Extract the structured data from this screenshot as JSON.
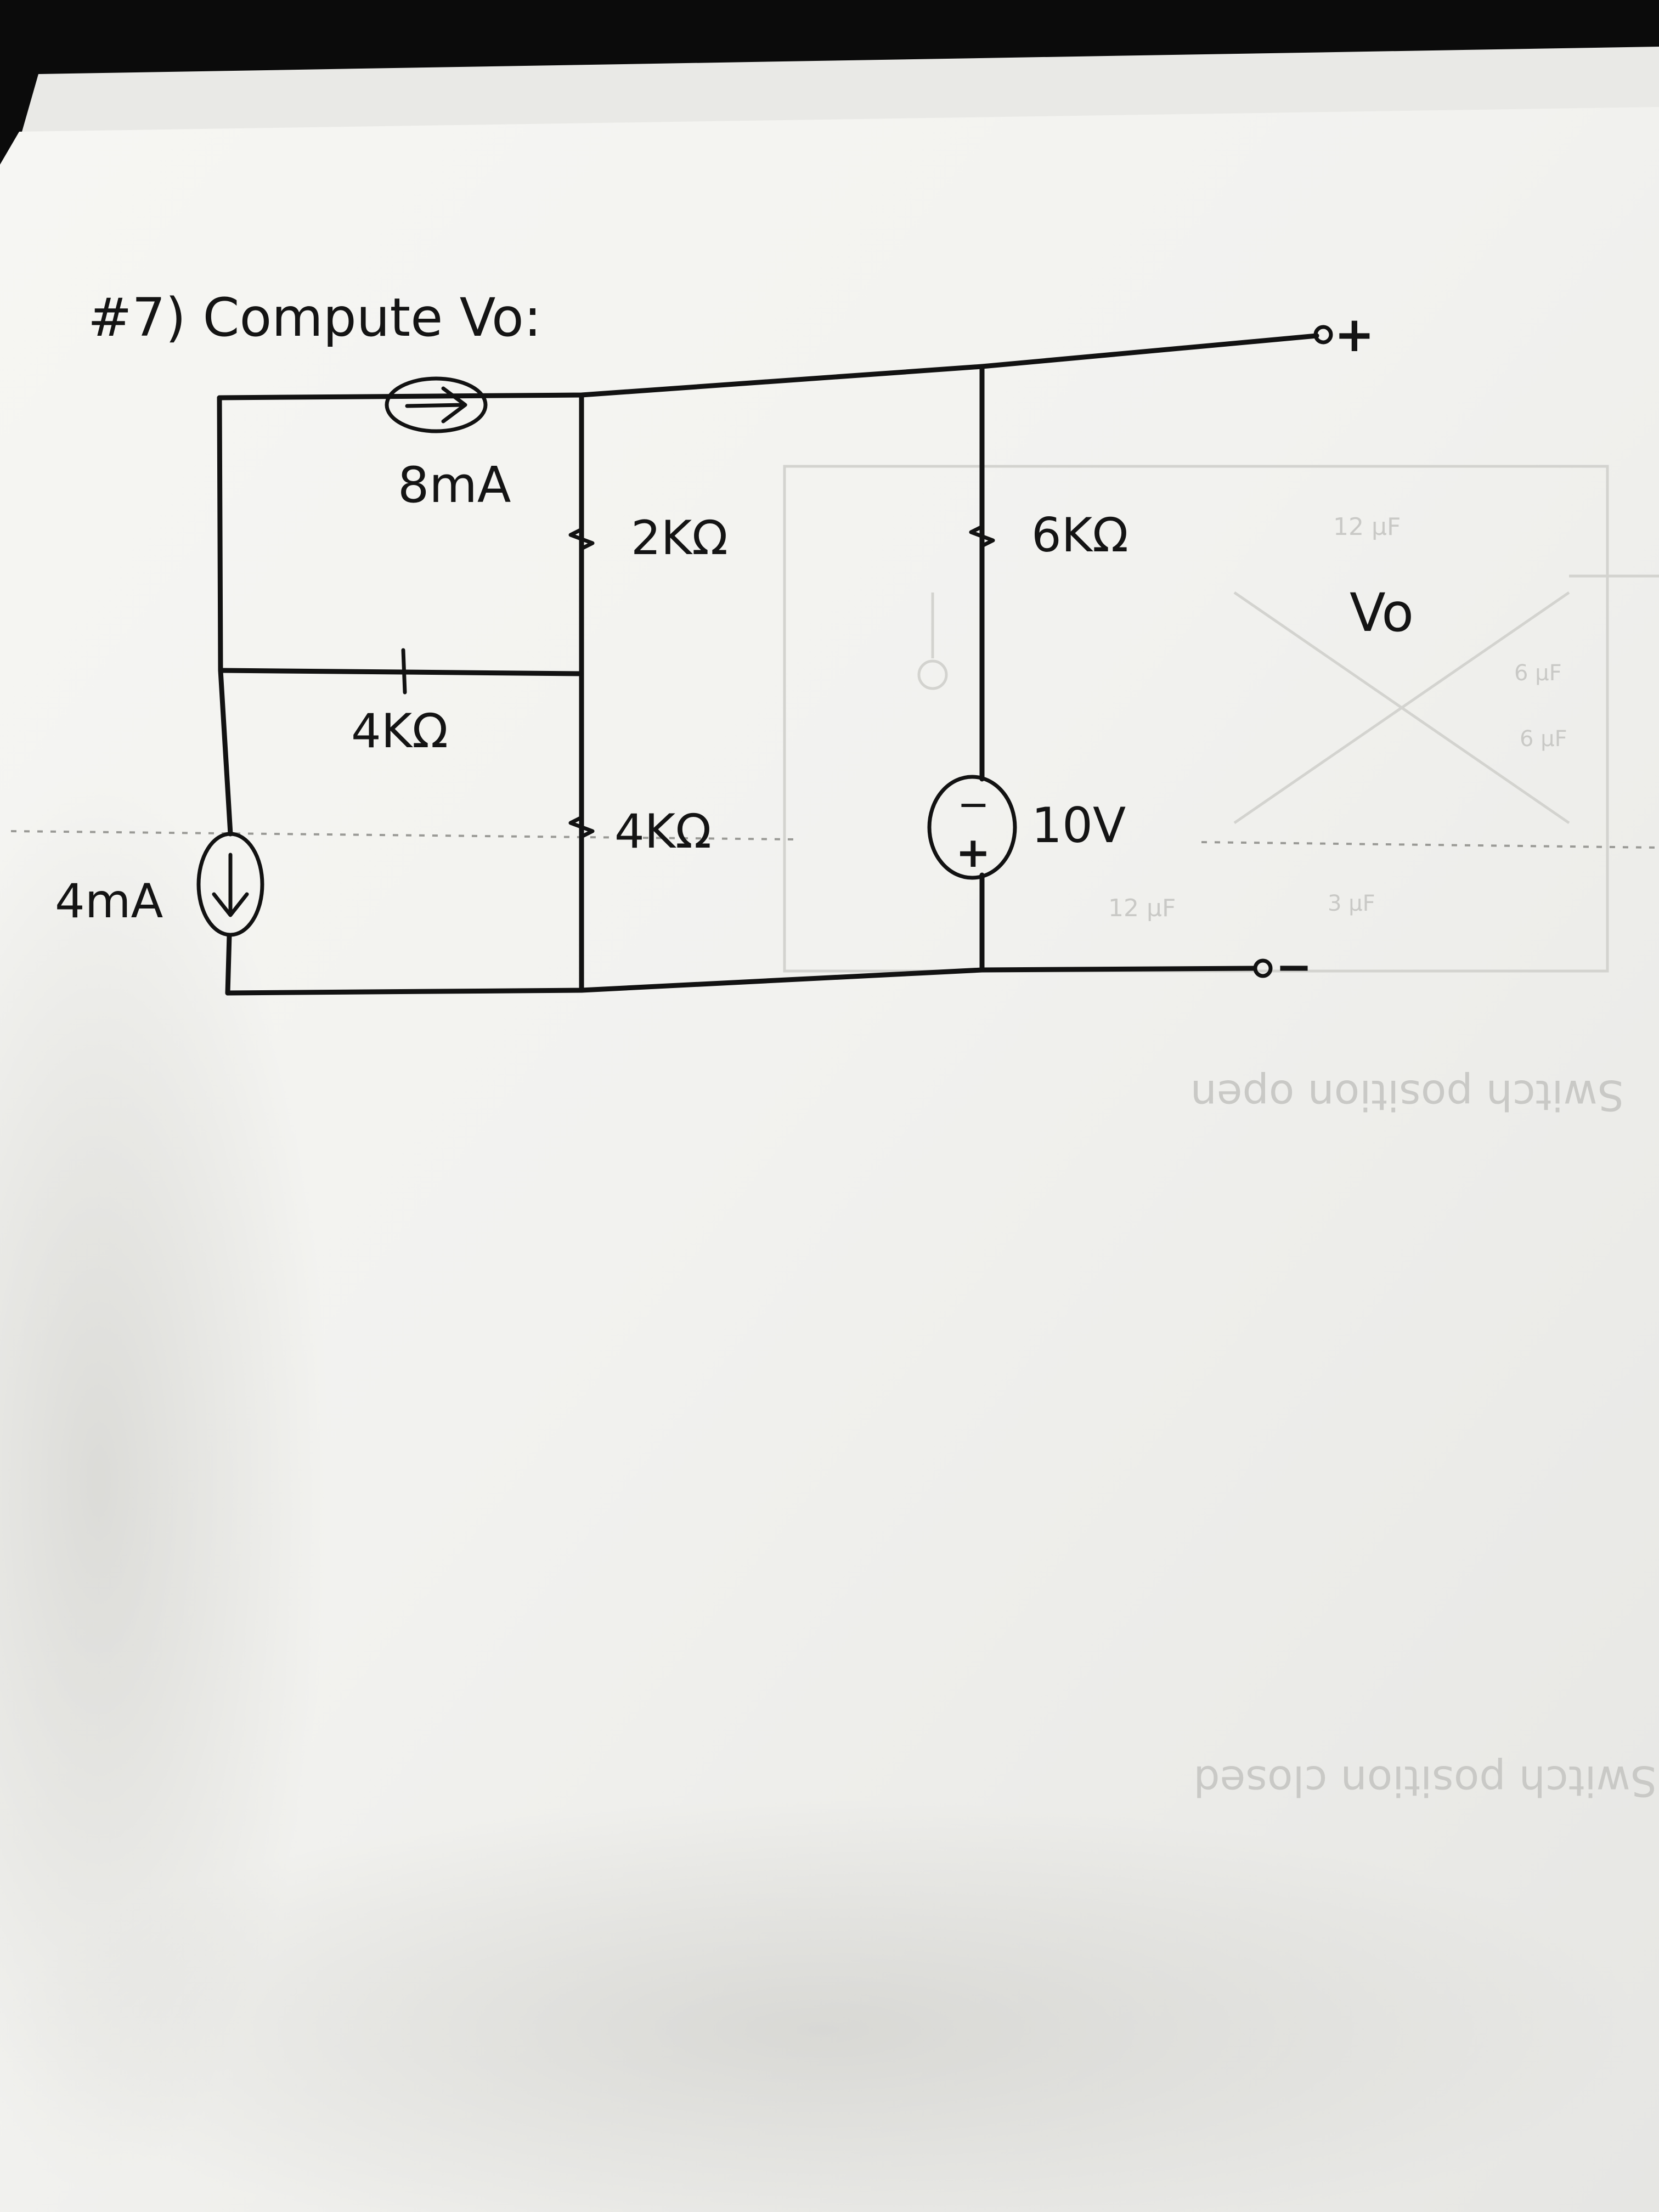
{
  "problem": {
    "title": "#7) Compute Vo:"
  },
  "circuit": {
    "current_source_top": "8mA",
    "current_source_left": "4mA",
    "resistor_top_middle": "2KΩ",
    "resistor_bottom_middle": "4KΩ",
    "resistor_horizontal": "4KΩ",
    "resistor_right": "6KΩ",
    "voltage_source": "10V",
    "voltage_source_minus": "−",
    "voltage_source_plus": "+",
    "output_label": "Vo",
    "terminal_plus": "+",
    "terminal_minus": "−"
  },
  "bleed_through": {
    "labels": [
      "12 μF",
      "6 μF",
      "6 μF",
      "12 μF",
      "3 μF"
    ],
    "note_top": "Switch position open",
    "note_bottom": "Switch position closed"
  },
  "colors": {
    "ink": "#121212",
    "paper": "#f2f2ef",
    "background": "#0b0b0b"
  }
}
